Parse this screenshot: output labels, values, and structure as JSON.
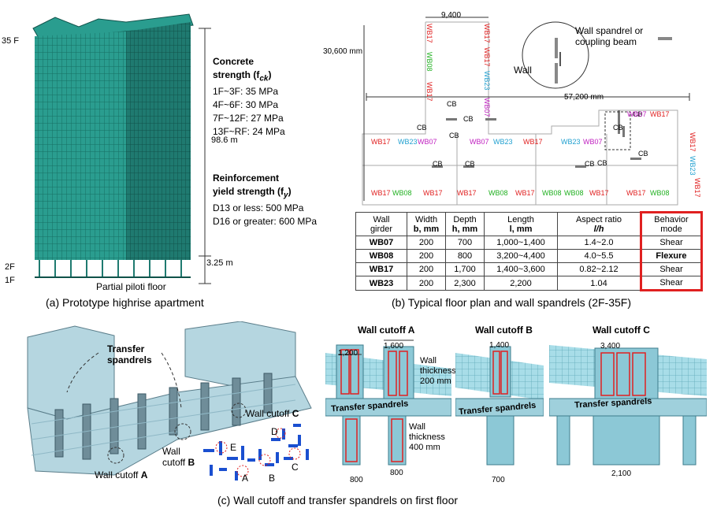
{
  "panel_a": {
    "caption": "(a) Prototype highrise apartment",
    "floor_top": "35 F",
    "floor_2": "2F",
    "floor_1": "1F",
    "height_total": "98.6 m",
    "height_first": "3.25 m",
    "piloti_label": "Partial piloti floor",
    "concrete_title_1": "Concrete",
    "concrete_title_2": "strength (f",
    "concrete_sub": "ck",
    "concrete_close": ")",
    "concrete_lines": [
      "1F~3F: 35 MPa",
      "4F~6F: 30 MPa",
      "7F~12F: 27 MPa",
      "13F~RF: 24 MPa"
    ],
    "rebar_title_1": "Reinforcement",
    "rebar_title_2": "yield strength (f",
    "rebar_sub": "y",
    "rebar_close": ")",
    "rebar_lines": [
      "D13 or less: 500 MPa",
      "D16 or greater: 600 MPa"
    ]
  },
  "panel_b": {
    "caption": "(b) Typical floor plan and wall spandrels (2F-35F)",
    "dim_top": "9,400",
    "dim_height": "30,600 mm",
    "dim_width": "57,200 mm",
    "legend_label_1": "Wall spandrel or",
    "legend_label_2": "coupling beam",
    "legend_wall": "Wall",
    "cb": "CB",
    "wb07": "WB07",
    "wb08": "WB08",
    "wb17": "WB17",
    "wb23": "WB23",
    "colors": {
      "wb17": "#e02020",
      "wb07": "#c020c0",
      "wb08": "#20b020",
      "wb23": "#20a0d0"
    },
    "table": {
      "headers": [
        {
          "l1": "Wall",
          "l2": "girder"
        },
        {
          "l1": "Width",
          "l2": "b, mm"
        },
        {
          "l1": "Depth",
          "l2": "h, mm"
        },
        {
          "l1": "Length",
          "l2": "l, mm"
        },
        {
          "l1": "Aspect ratio",
          "l2": "l/h"
        },
        {
          "l1": "Behavior",
          "l2": "mode"
        }
      ],
      "rows": [
        [
          "WB07",
          "200",
          "700",
          "1,000~1,400",
          "1.4~2.0",
          "Shear"
        ],
        [
          "WB08",
          "200",
          "800",
          "3,200~4,400",
          "4.0~5.5",
          "Flexure"
        ],
        [
          "WB17",
          "200",
          "1,700",
          "1,400~3,600",
          "0.82~2.12",
          "Shear"
        ],
        [
          "WB23",
          "200",
          "2,300",
          "2,200",
          "1.04",
          "Shear"
        ]
      ]
    }
  },
  "panel_c": {
    "caption": "(c) Wall cutoff and transfer spandrels on first floor",
    "transfer_1": "Transfer",
    "transfer_2": "spandrels",
    "cutoff_a_1": "Wall cutoff ",
    "cutoff_a_2": "A",
    "cutoff_b_1": "Wall",
    "cutoff_b_2": "cutoff ",
    "cutoff_b_3": "B",
    "cutoff_c_1": "Wall cutoff ",
    "cutoff_c_2": "C",
    "letters": [
      "A",
      "B",
      "C",
      "D",
      "E"
    ],
    "detail_a": {
      "title": "Wall cutoff A",
      "dim1": "1,200",
      "dim2": "1,600",
      "th1_1": "Wall",
      "th1_2": "thickness",
      "th1_3": "200 mm",
      "th2_1": "Wall",
      "th2_2": "thickness",
      "th2_3": "400 mm",
      "bot1": "800",
      "bot2": "800"
    },
    "detail_b": {
      "title": "Wall cutoff B",
      "dim1": "1,400",
      "bot1": "700"
    },
    "detail_c": {
      "title": "Wall cutoff C",
      "dim1": "3,400",
      "bot1": "2,100"
    },
    "transfer_label": "Transfer spandrels"
  }
}
